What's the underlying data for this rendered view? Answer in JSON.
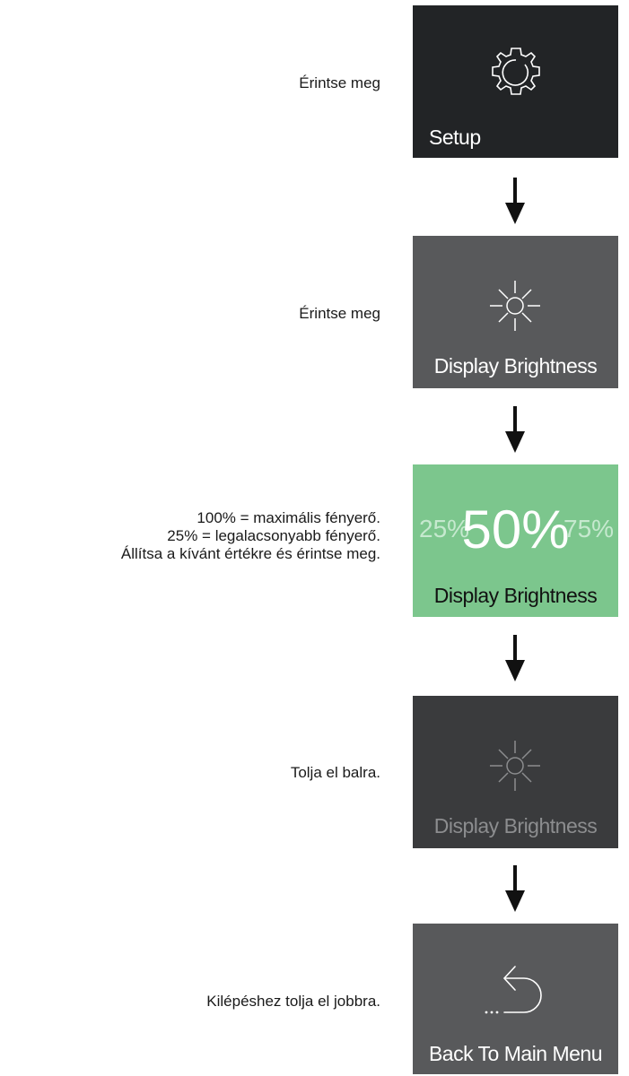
{
  "steps": [
    {
      "instruction": [
        "Érintse meg"
      ],
      "screen_label": "Setup",
      "icon": "gear-icon",
      "bg": "#222426"
    },
    {
      "instruction": [
        "Érintse meg"
      ],
      "screen_label": "Display Brightness",
      "icon": "sun-icon",
      "bg": "#58595b"
    },
    {
      "instruction": [
        "100% = maximális fényerő.",
        "25% = legalacsonyabb fényerő.",
        "Állítsa a kívánt értékre és érintse meg."
      ],
      "screen_label": "Display Brightness",
      "bg": "#7cc68d",
      "value_prev": "25%",
      "value_current": "50%",
      "value_next": "75%"
    },
    {
      "instruction": [
        "Tolja el balra."
      ],
      "screen_label": "Display Brightness",
      "icon": "sun-icon",
      "bg": "#3a3b3d"
    },
    {
      "instruction": [
        "Kilépéshez tolja el jobbra."
      ],
      "screen_label": "Back To Main Menu",
      "icon": "back-arrow-icon",
      "bg": "#58595b"
    }
  ],
  "arrow_icon": "down-arrow-icon"
}
